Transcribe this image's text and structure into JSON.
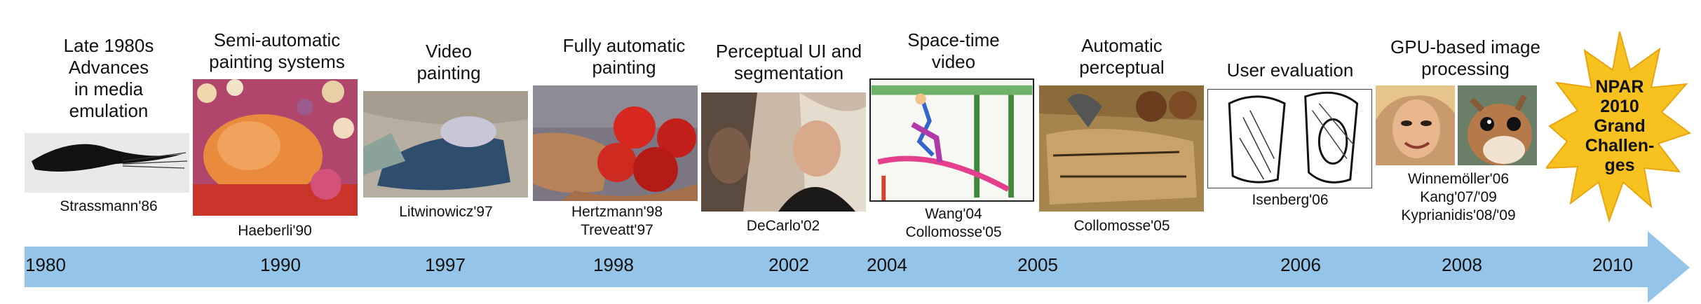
{
  "events": [
    {
      "title": "Late 1980s\nAdvances\nin media\nemulation",
      "cite": "Strassmann'86"
    },
    {
      "title": "Semi-automatic\npainting systems",
      "cite": "Haeberli'90"
    },
    {
      "title": "Video\npainting",
      "cite": "Litwinowicz'97"
    },
    {
      "title": "Fully automatic\npainting",
      "cite": "Hertzmann'98\nTreveatt'97"
    },
    {
      "title": "Perceptual UI and\nsegmentation",
      "cite": "DeCarlo'02"
    },
    {
      "title": "Space-time\nvideo",
      "cite": "Wang'04\nCollomosse'05"
    },
    {
      "title": "Automatic\nperceptual",
      "cite": "Collomosse'05"
    },
    {
      "title": "User evaluation",
      "cite": "Isenberg'06"
    },
    {
      "title": "GPU-based image\nprocessing",
      "cite": "Winnemöller'06\nKang'07/'09\nKyprianidis'08/'09"
    }
  ],
  "years": [
    "1980",
    "1990",
    "1997",
    "1998",
    "2002",
    "2004",
    "2005",
    "2006",
    "2008",
    "2010"
  ],
  "finale": {
    "label": "NPAR\n2010\nGrand\nChallen-\nges"
  },
  "colors": {
    "arrow": "#94c4e8",
    "star": "#f7c21f",
    "star_stroke": "#e8a510"
  }
}
